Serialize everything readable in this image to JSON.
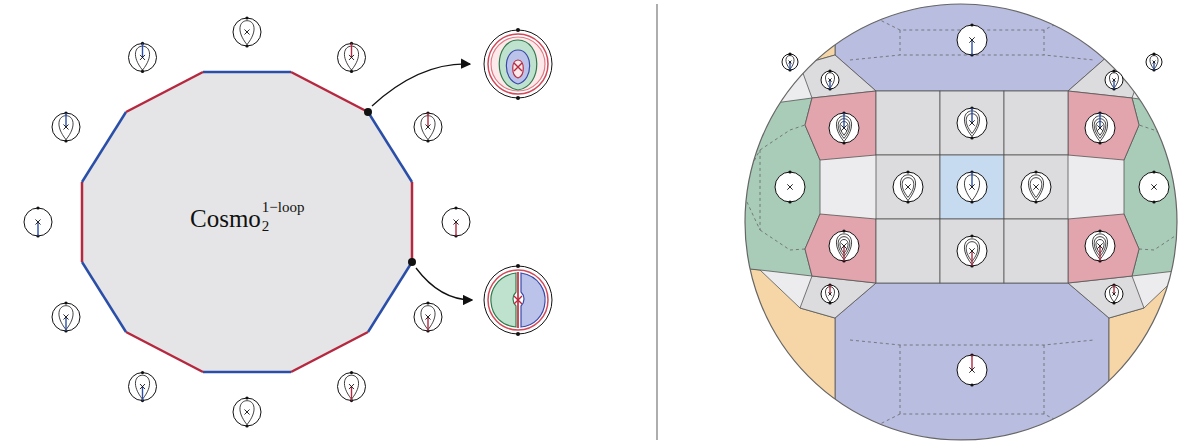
{
  "diagram": {
    "nodes": [
      {
        "text": [
          "Cosmo",
          "2",
          "1−loop"
        ]
      }
    ]
  }
}
